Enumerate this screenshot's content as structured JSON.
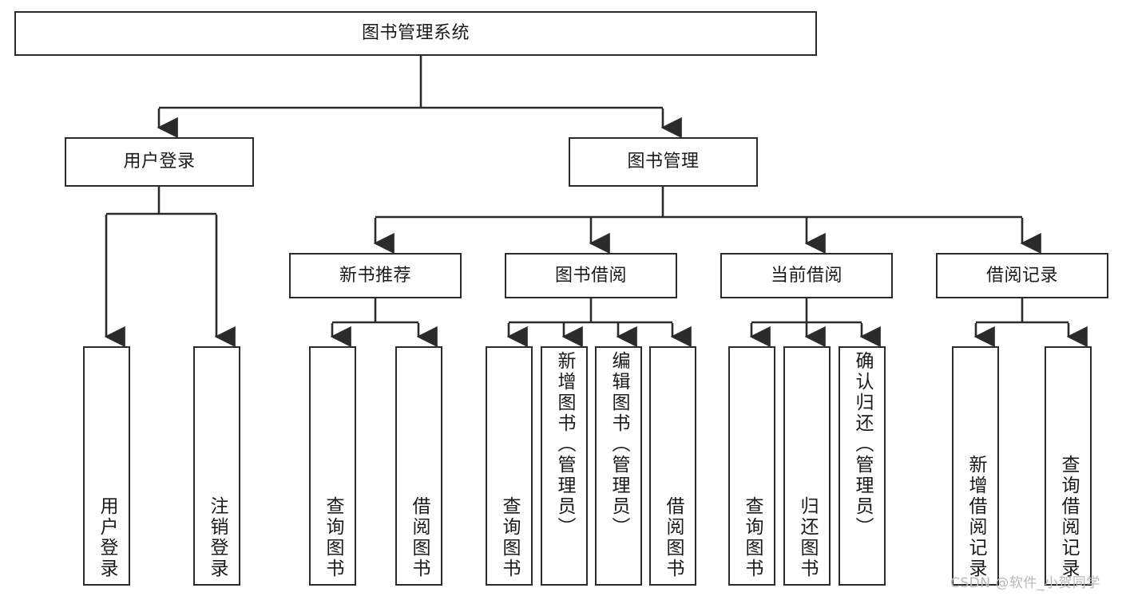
{
  "diagram": {
    "title": "图书管理系统",
    "type": "tree-hierarchy-chart",
    "colors": {
      "border": "#2b2b2b",
      "background": "#ffffff",
      "text": "#1a1a1a",
      "watermark": "#b9b9b9"
    },
    "root": {
      "id": "root",
      "label": "图书管理系统"
    },
    "level2": [
      {
        "id": "user-login",
        "label": "用户登录"
      },
      {
        "id": "book-management",
        "label": "图书管理"
      }
    ],
    "level3": [
      {
        "id": "new-book-recommend",
        "label": "新书推荐"
      },
      {
        "id": "book-borrow",
        "label": "图书借阅"
      },
      {
        "id": "current-borrow",
        "label": "当前借阅"
      },
      {
        "id": "borrow-record",
        "label": "借阅记录"
      }
    ],
    "leaves": {
      "user_login": [
        {
          "id": "leaf-user-login",
          "label": "用户登录"
        },
        {
          "id": "leaf-logout-login",
          "label": "注销登录"
        }
      ],
      "new_book_recommend": [
        {
          "id": "leaf-query-book-1",
          "label": "查询图书"
        },
        {
          "id": "leaf-borrow-book-1",
          "label": "借阅图书"
        }
      ],
      "book_borrow": [
        {
          "id": "leaf-query-book-2",
          "label": "查询图书"
        },
        {
          "id": "leaf-add-book",
          "label": "新增图书（管理员）"
        },
        {
          "id": "leaf-edit-book",
          "label": "编辑图书（管理员）"
        },
        {
          "id": "leaf-borrow-book-2",
          "label": "借阅图书"
        }
      ],
      "current_borrow": [
        {
          "id": "leaf-query-book-3",
          "label": "查询图书"
        },
        {
          "id": "leaf-return-book",
          "label": "归还图书"
        },
        {
          "id": "leaf-confirm-return",
          "label": "确认归还（管理员）"
        }
      ],
      "borrow_record": [
        {
          "id": "leaf-add-record",
          "label": "新增借阅记录"
        },
        {
          "id": "leaf-query-record",
          "label": "查询借阅记录"
        }
      ]
    }
  },
  "watermark": {
    "text": "CSDN @软件_小贺同学"
  }
}
